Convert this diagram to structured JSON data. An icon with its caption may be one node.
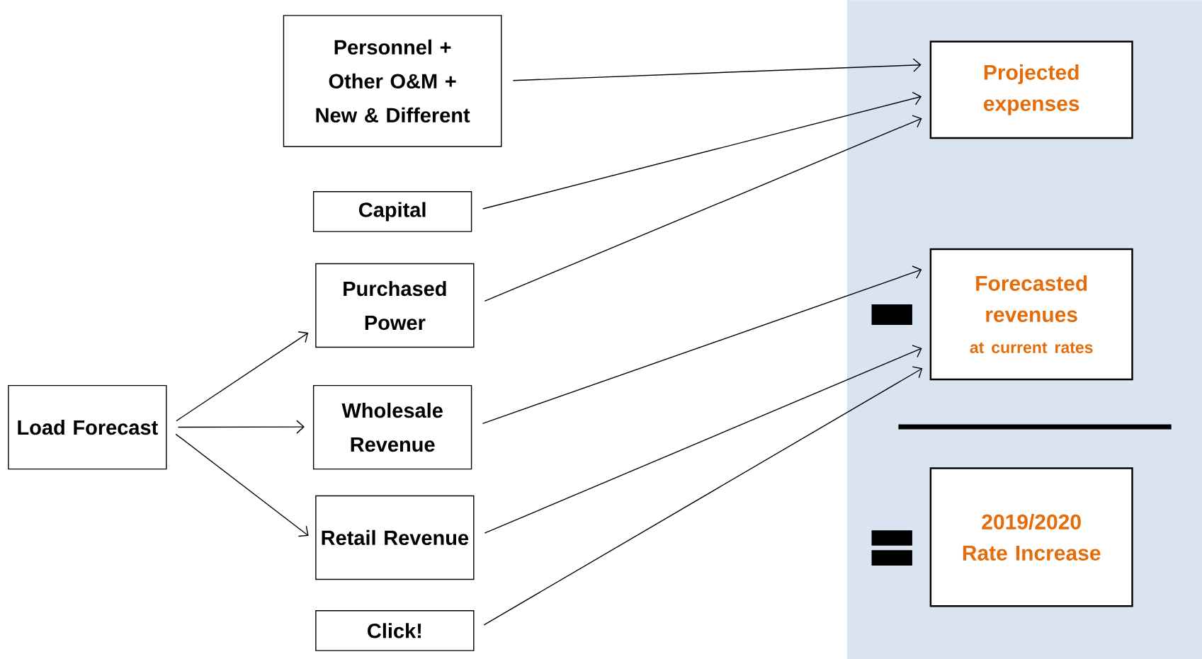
{
  "diagram": {
    "nodes": [
      {
        "text": [
          "Personnel + Other O&M + New & Different"
        ]
      },
      {
        "text": [
          "Capital"
        ]
      },
      {
        "text": [
          "Purchased Power"
        ]
      },
      {
        "text": [
          "Load Forecast"
        ]
      },
      {
        "text": [
          "Wholesale Revenue"
        ]
      },
      {
        "text": [
          "Retail Revenue"
        ]
      },
      {
        "text": [
          "Click!"
        ]
      },
      {
        "text": [
          "Projected expenses"
        ]
      },
      {
        "text": [
          "Forecasted revenues",
          "at current rates"
        ]
      },
      {
        "text": [
          "2019/2020 Rate Increase"
        ]
      }
    ],
    "edges": [
      {
        "from": 0,
        "to": 7,
        "arrow": "to"
      },
      {
        "from": 1,
        "to": 7,
        "arrow": "to"
      },
      {
        "from": 2,
        "to": 7,
        "arrow": "to"
      },
      {
        "from": 3,
        "to": 2,
        "arrow": "to"
      },
      {
        "from": 3,
        "to": 4,
        "arrow": "to"
      },
      {
        "from": 3,
        "to": 5,
        "arrow": "to"
      },
      {
        "from": 4,
        "to": 8,
        "arrow": "to"
      },
      {
        "from": 5,
        "to": 8,
        "arrow": "to"
      },
      {
        "from": 6,
        "to": 8,
        "arrow": "to"
      }
    ]
  }
}
